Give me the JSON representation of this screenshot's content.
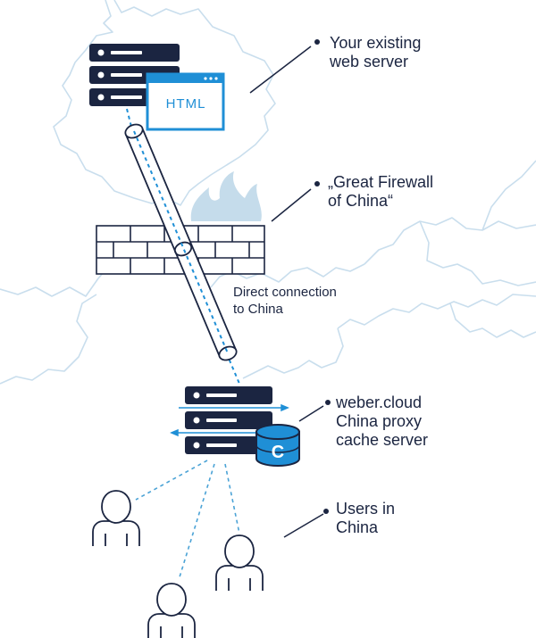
{
  "labels": {
    "web_server": "Your existing\nweb server",
    "firewall": "„Great Firewall\nof China“",
    "direct_connection": "Direct connection\nto China",
    "proxy_server": "weber.cloud\nChina proxy\ncache server",
    "users": "Users in\nChina"
  },
  "browser_text": "HTML",
  "cache_letter": "C",
  "colors": {
    "navy": "#1b2541",
    "accent_blue": "#1f8fd6",
    "map_lines": "#c9deed",
    "flame": "#c5dceb",
    "dashed_lines": "#4ba3d6",
    "firewall_fill": "#ffffff",
    "firewall_stroke": "#1b2541"
  },
  "icons": [
    "server-icon",
    "browser-html-icon",
    "flame-icon",
    "brick-wall-icon",
    "tunnel-icon",
    "cache-database-icon",
    "user-icon"
  ]
}
